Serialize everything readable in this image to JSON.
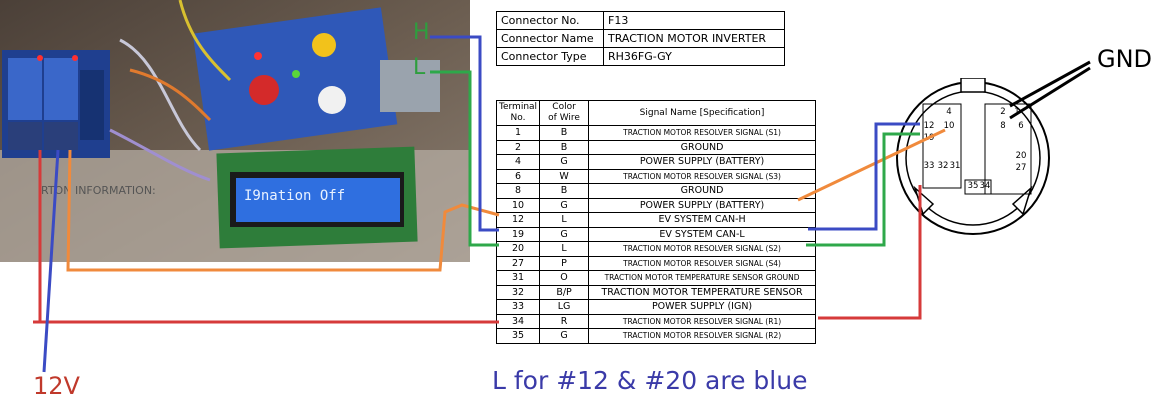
{
  "photo": {
    "lcd_text": "I9nation Off",
    "board_text": "RTON INFORMATION:"
  },
  "connector": {
    "rows": [
      {
        "key": "Connector No.",
        "value": "F13"
      },
      {
        "key": "Connector Name",
        "value": "TRACTION MOTOR INVERTER"
      },
      {
        "key": "Connector Type",
        "value": "RH36FG-GY"
      }
    ]
  },
  "pin_table": {
    "headers": {
      "terminal_line1": "Terminal",
      "terminal_line2": "No.",
      "color_line1": "Color",
      "color_line2": "of Wire",
      "signal": "Signal Name [Specification]"
    },
    "rows": [
      {
        "no": "1",
        "color": "B",
        "signal": "TRACTION MOTOR RESOLVER SIGNAL (S1)"
      },
      {
        "no": "2",
        "color": "B",
        "signal": "GROUND"
      },
      {
        "no": "4",
        "color": "G",
        "signal": "POWER SUPPLY (BATTERY)"
      },
      {
        "no": "6",
        "color": "W",
        "signal": "TRACTION MOTOR RESOLVER SIGNAL (S3)"
      },
      {
        "no": "8",
        "color": "B",
        "signal": "GROUND"
      },
      {
        "no": "10",
        "color": "G",
        "signal": "POWER SUPPLY (BATTERY)"
      },
      {
        "no": "12",
        "color": "L",
        "signal": "EV SYSTEM CAN-H"
      },
      {
        "no": "19",
        "color": "G",
        "signal": "EV SYSTEM CAN-L"
      },
      {
        "no": "20",
        "color": "L",
        "signal": "TRACTION MOTOR RESOLVER SIGNAL (S2)"
      },
      {
        "no": "27",
        "color": "P",
        "signal": "TRACTION MOTOR RESOLVER SIGNAL (S4)"
      },
      {
        "no": "31",
        "color": "O",
        "signal": "TRACTION MOTOR TEMPERATURE SENSOR GROUND"
      },
      {
        "no": "32",
        "color": "B/P",
        "signal": "TRACTION MOTOR TEMPERATURE SENSOR"
      },
      {
        "no": "33",
        "color": "LG",
        "signal": "POWER SUPPLY (IGN)"
      },
      {
        "no": "34",
        "color": "R",
        "signal": "TRACTION MOTOR RESOLVER SIGNAL (R1)"
      },
      {
        "no": "35",
        "color": "G",
        "signal": "TRACTION MOTOR RESOLVER SIGNAL (R2)"
      }
    ]
  },
  "socket": {
    "pins": [
      "4",
      "10",
      "12",
      "19",
      "2",
      "1",
      "8",
      "6",
      "20",
      "27",
      "33",
      "32",
      "31",
      "35",
      "34"
    ]
  },
  "labels": {
    "gnd": "GND",
    "v12": "12V",
    "note": "L for #12 & #20 are blue",
    "can_h": "H",
    "can_l": "L"
  },
  "colors": {
    "red_wire": "#d63a3a",
    "blue_wire": "#3b4bc4",
    "green_wire": "#2ea84a",
    "orange_wire": "#f08a3c",
    "black_wire": "#000000"
  }
}
